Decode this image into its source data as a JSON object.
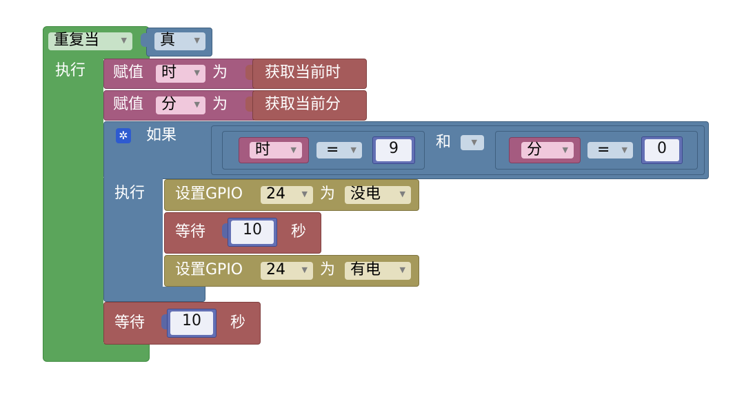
{
  "colors": {
    "loop": "#5ba55b",
    "loop_dark": "#3e8a3e",
    "variable": "#a55b80",
    "variable_dark": "#7f3f5f",
    "time": "#a55b5b",
    "time_dark": "#7f3f3f",
    "logic": "#5b80a5",
    "logic_dark": "#3f5f7f",
    "gpio": "#a5995b",
    "gpio_dark": "#7f743f",
    "math": "#5b67a5"
  },
  "loop": {
    "label": "重复当",
    "condition": "真",
    "do_label": "执行"
  },
  "assign_hour": {
    "label": "赋值",
    "var": "时",
    "to_label": "为",
    "getter": "获取当前时"
  },
  "assign_minute": {
    "label": "赋值",
    "var": "分",
    "to_label": "为",
    "getter": "获取当前分"
  },
  "if_block": {
    "label": "如果",
    "do_label": "执行",
    "gear_icon": "gear-icon",
    "and_label": "和",
    "left_compare": {
      "var": "时",
      "op": "=",
      "value": "9"
    },
    "right_compare": {
      "var": "分",
      "op": "=",
      "value": "0"
    }
  },
  "gpio_off": {
    "label": "设置GPIO",
    "pin": "24",
    "to_label": "为",
    "state": "没电"
  },
  "wait_inner": {
    "label": "等待",
    "value": "10",
    "unit": "秒"
  },
  "gpio_on": {
    "label": "设置GPIO",
    "pin": "24",
    "to_label": "为",
    "state": "有电"
  },
  "wait_outer": {
    "label": "等待",
    "value": "10",
    "unit": "秒"
  }
}
